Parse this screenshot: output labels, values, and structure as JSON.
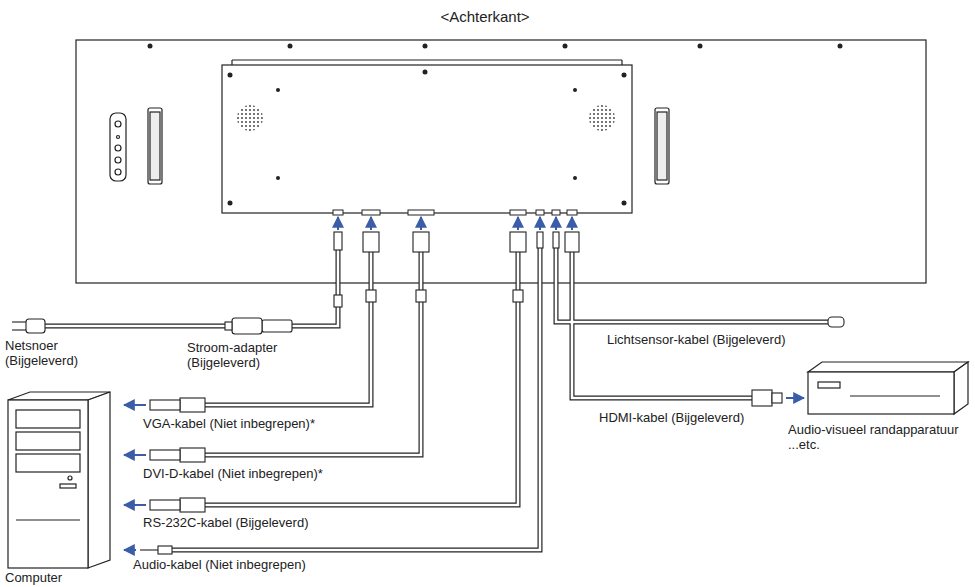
{
  "diagram": {
    "title": "<Achterkant>",
    "labels": [
      "Netsnoer (Bijgeleverd)",
      "Stroom-adapter (Bijgeleverd)",
      "Lichtsensor-kabel (Bijgeleverd)",
      "VGA-kabel (Niet inbegrepen)*",
      "HDMI-kabel (Bijgeleverd)",
      "Audio-visueel randapparatuur ...etc.",
      "DVI-D-kabel (Niet inbegrepen)*",
      "RS-232C-kabel (Bijgeleverd)",
      "Audio-kabel (Niet inbegrepen)",
      "Computer"
    ]
  }
}
